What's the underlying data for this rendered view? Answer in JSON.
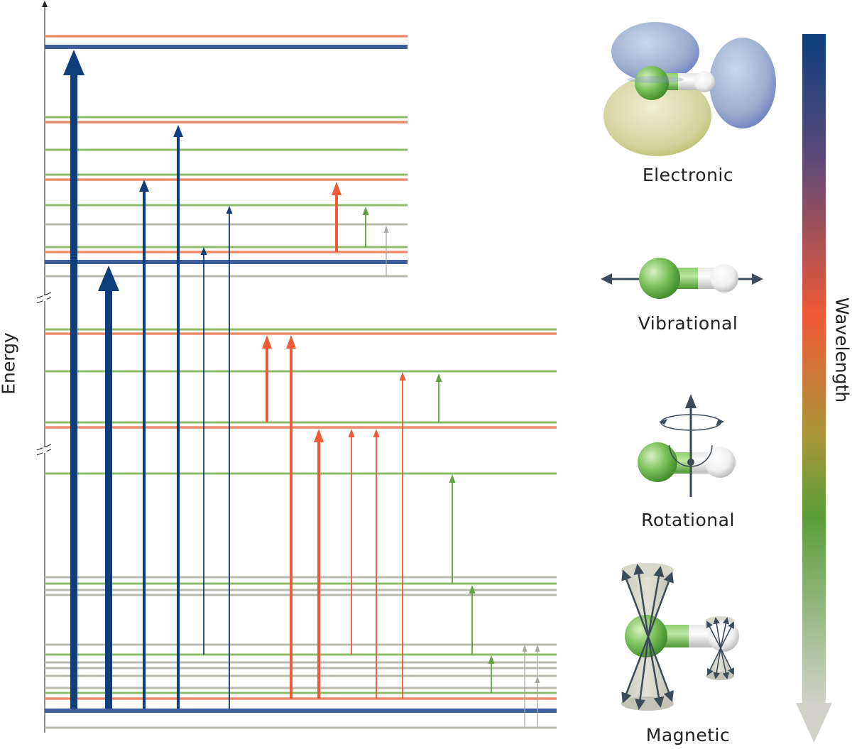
{
  "axis": {
    "energy_label": "Energy"
  },
  "wavelength_scale": {
    "label": "Wavelength",
    "colors": [
      "#0c3f7c",
      "#f05a35",
      "#5a9e38",
      "#c8c8bf"
    ]
  },
  "legend": {
    "electronic": "Electronic",
    "vibrational": "Vibrational",
    "rotational": "Rotational",
    "magnetic": "Magnetic"
  },
  "level_colors": {
    "electronic": "#3f5e9c",
    "vibrational": "#ef8a6b",
    "rotational": "#8dbb6a",
    "magnetic": "#b7b8ae"
  },
  "transition_colors": {
    "electronic": "#0c3f7c",
    "vibrational": "#f05a35",
    "rotational": "#62a33f",
    "magnetic": "#a9aaa1"
  },
  "icons": [
    "electronic-orbital-icon",
    "vibrational-molecule-icon",
    "rotational-molecule-icon",
    "magnetic-precession-icon"
  ]
}
